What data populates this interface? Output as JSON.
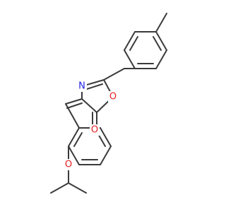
{
  "molecule": {
    "atoms": [
      {
        "id": "N",
        "label": "N",
        "color": "#1f1fe6"
      },
      {
        "id": "O_ring",
        "label": "O",
        "color": "#e61f1f"
      },
      {
        "id": "O_carbonyl",
        "label": "O",
        "color": "#e61f1f"
      },
      {
        "id": "O_ether",
        "label": "O",
        "color": "#e61f1f"
      }
    ],
    "bond_color": "#3a3a3a"
  }
}
